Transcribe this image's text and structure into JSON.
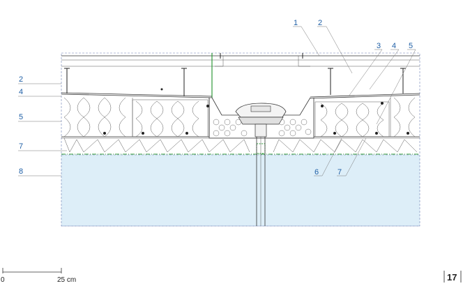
{
  "callouts_top": [
    "1",
    "2",
    "3",
    "4",
    "5"
  ],
  "callouts_left": [
    "2",
    "4",
    "5",
    "7",
    "8"
  ],
  "callouts_bottom": [
    "6",
    "7"
  ],
  "scale": {
    "start": "0",
    "end": "25 cm"
  },
  "page_number": "17",
  "colors": {
    "callout": "#1f5fa6",
    "slab_fill": "#ddeef8",
    "membrane_green": "#2e9a3a",
    "outline": "#333333"
  }
}
